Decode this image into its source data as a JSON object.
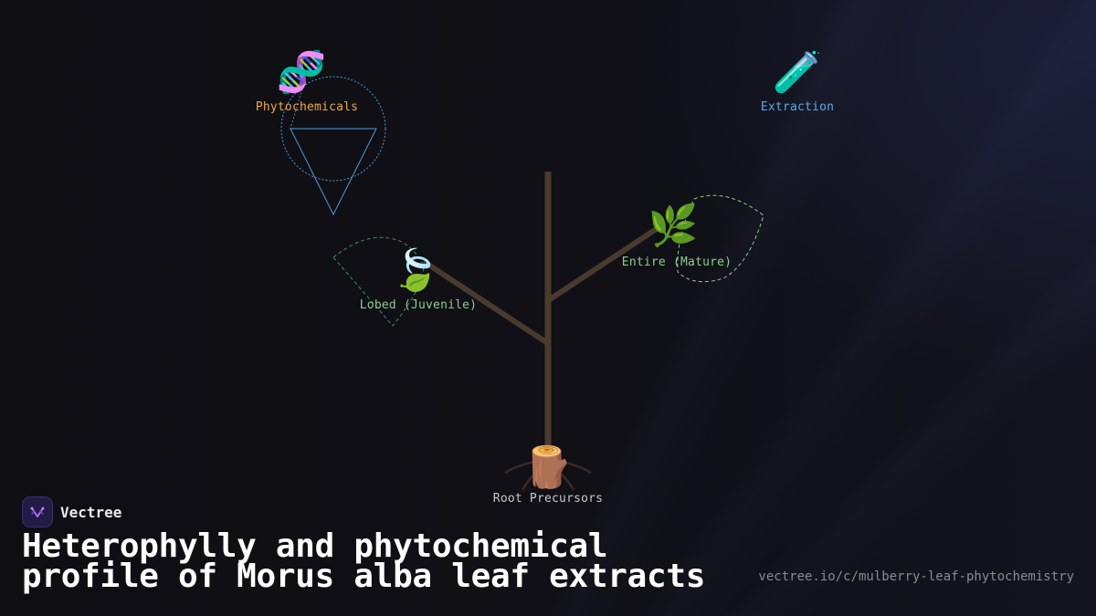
{
  "brand": {
    "name": "Vectree"
  },
  "title": {
    "line1": "Heterophylly and phytochemical",
    "line2": "profile of Morus alba leaf extracts"
  },
  "url": "vectree.io/c/mulberry-leaf-phytochemistry",
  "nodes": {
    "phytochemicals": {
      "label": "Phytochemicals",
      "icon": "dna-icon",
      "glyph": "🧬"
    },
    "extraction": {
      "label": "Extraction",
      "icon": "test-tube-icon",
      "glyph": "🧪"
    },
    "lobed": {
      "label": "Lobed (Juvenile)",
      "icon": "leaf-fluttering-icon",
      "glyph": "🍃"
    },
    "entire": {
      "label": "Entire (Mature)",
      "icon": "herb-icon",
      "glyph": "🌿"
    },
    "root": {
      "label": "Root Precursors",
      "icon": "wood-stump-icon",
      "glyph": "🪵"
    }
  },
  "colors": {
    "background": "#0e0e13",
    "trunk": "#4a3a2c",
    "phytochemicals": "#f0a843",
    "extraction": "#5aa9e6",
    "leaf": "#8fca8f",
    "leaf_outline": "#3f8f5a",
    "funnel": "#4f9ad8"
  }
}
